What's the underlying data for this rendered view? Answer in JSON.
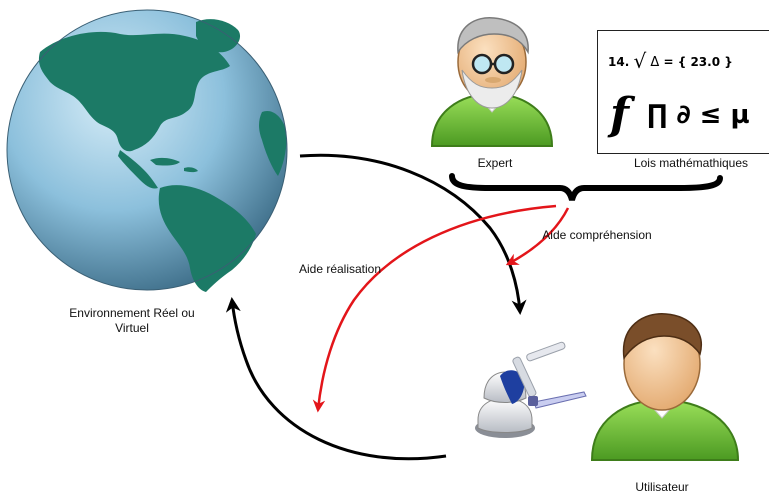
{
  "labels": {
    "environment": "Environnement Réel ou Virtuel",
    "expert": "Expert",
    "math_laws": "Lois mathémathiques",
    "aid_comprehension": "Aide compréhension",
    "aid_realisation": "Aide réalisation",
    "user": "Utilisateur"
  },
  "math_box": {
    "line1_prefix": "14.",
    "line1_root": "√",
    "line1_delta": "Δ",
    "line1_rest": "=  {  23.0 }",
    "line2_f": "f",
    "line2_rest": "∏ ∂ ≤ µ",
    "integral": "∫"
  },
  "colors": {
    "black_arrow": "#000000",
    "red_arrow": "#e3151a",
    "globe_ocean": "#7fb6d3",
    "globe_land": "#1c7a66",
    "person_green": "#6fc13a",
    "skin": "#f0c8a0"
  },
  "icons": [
    "globe-icon",
    "expert-person-icon",
    "user-person-icon",
    "haptic-robot-icon"
  ]
}
